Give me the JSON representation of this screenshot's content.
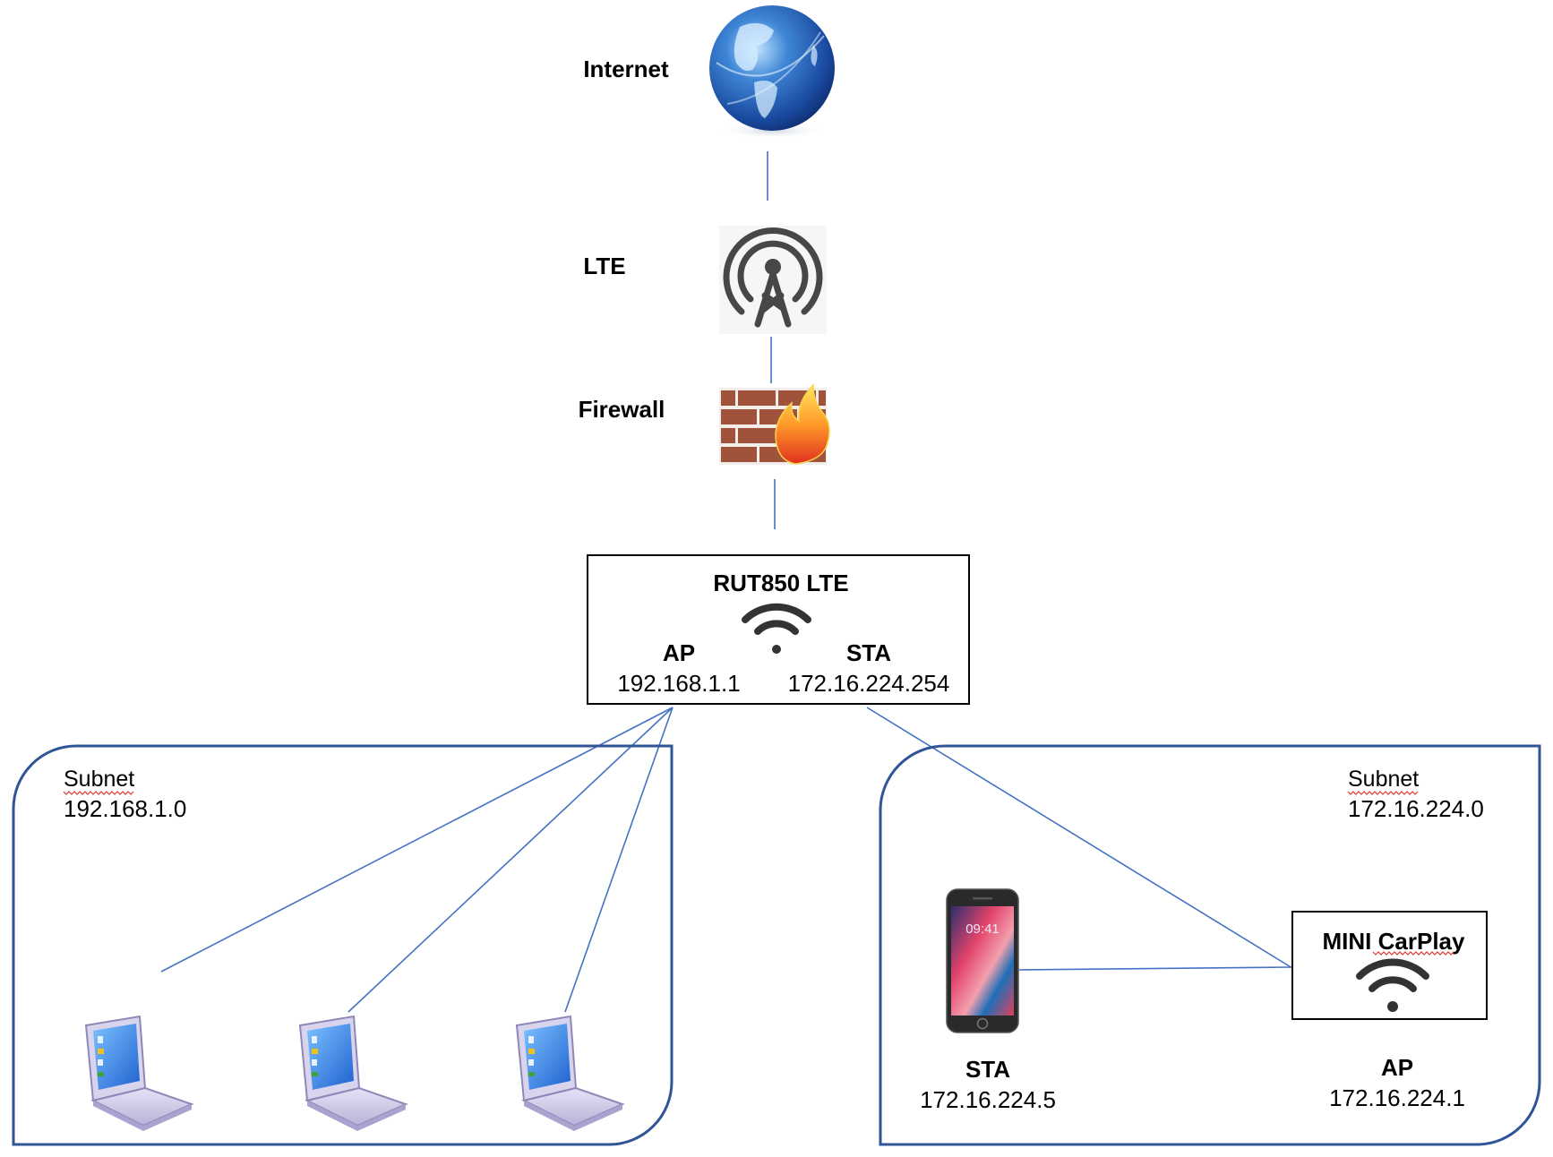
{
  "top_chain": {
    "internet_label": "Internet",
    "lte_label": "LTE",
    "firewall_label": "Firewall"
  },
  "router": {
    "title": "RUT850 LTE",
    "icon": "wifi-icon",
    "ap_label": "AP",
    "ap_ip": "192.168.1.1",
    "sta_label": "STA",
    "sta_ip": "172.16.224.254"
  },
  "left_subnet": {
    "label": "Subnet",
    "network": "192.168.1.0",
    "devices": [
      {
        "icon": "laptop-icon"
      },
      {
        "icon": "laptop-icon"
      },
      {
        "icon": "laptop-icon"
      }
    ]
  },
  "right_subnet": {
    "label": "Subnet",
    "network": "172.16.224.0",
    "phone": {
      "icon": "smartphone-icon",
      "screen_time": "09:41",
      "role": "STA",
      "ip": "172.16.224.5"
    },
    "carplay": {
      "title": "MINI CarPlay",
      "icon": "wifi-icon",
      "role": "AP",
      "ip": "172.16.224.1"
    }
  },
  "colors": {
    "link": "#4472c4",
    "subnet_border": "#2f5597",
    "spellcheck_underline": "#e03a2f"
  }
}
